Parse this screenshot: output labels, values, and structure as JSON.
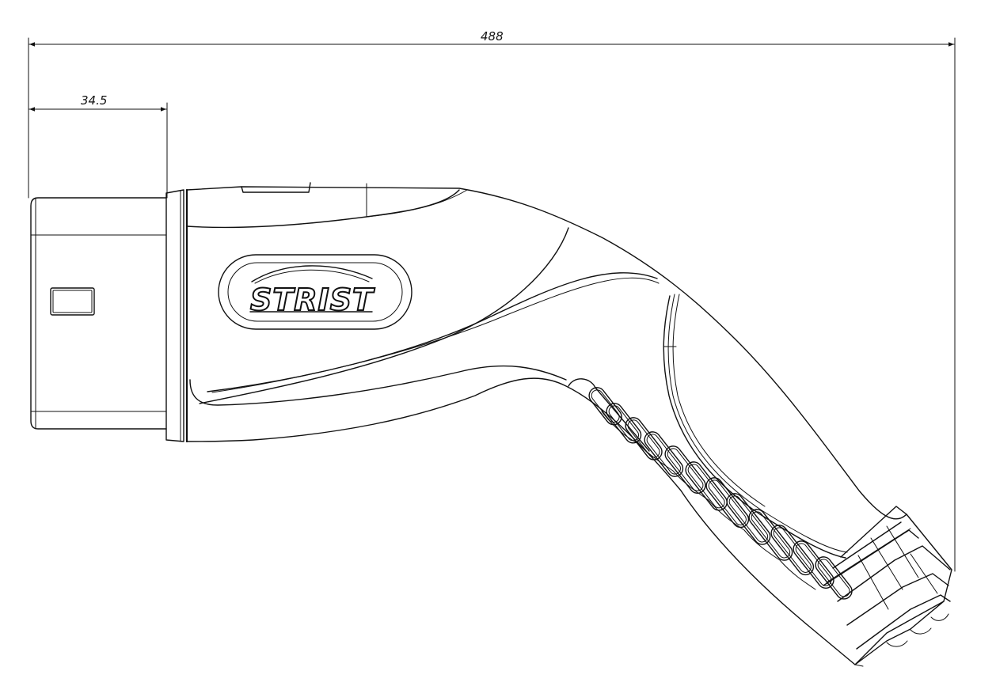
{
  "drawing": {
    "overall_dimension": "488",
    "nose_dimension": "34.5",
    "brand_logo": "STRIST"
  }
}
